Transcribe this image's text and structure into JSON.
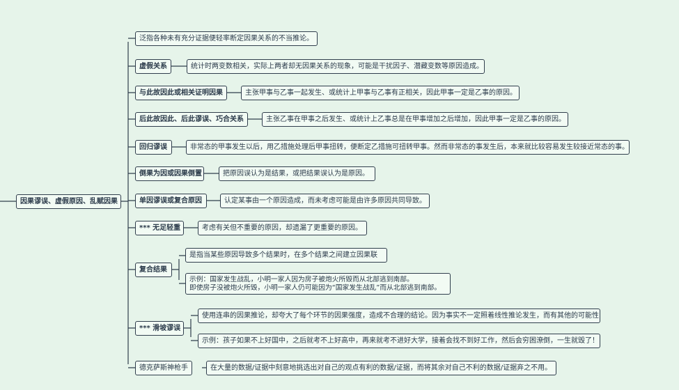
{
  "root": "因果谬误、虚假原因、乱赋因果",
  "branches": [
    {
      "label": "泛指各种未有充分证据便轻率断定因果关系的不当推论。"
    },
    {
      "label": "虚假关系",
      "details": [
        "统计时两变数相关，实际上两者却无因果关系的现象，可能是干扰因子、潜藏变数等原因造成。"
      ]
    },
    {
      "label": "与此故因此或相关证明因果",
      "details": [
        "主张甲事与乙事一起发生、或统计上甲事与乙事有正相关，因此甲事一定是乙事的原因。"
      ]
    },
    {
      "label": "后此故因此、后此谬误、巧合关系",
      "details": [
        "主张乙事在甲事之后发生、或统计上乙事总是在甲事增加之后增加，因此甲事一定是乙事的原因。"
      ]
    },
    {
      "label": "回归谬误",
      "details": [
        "非常态的甲事发生以后，用乙措施处理后甲事扭转，便断定乙措施可扭转甲事。然而非常态的事发生后，本来就比较容易发生较接近常态的事。"
      ]
    },
    {
      "label": "倒果为因或因果倒置",
      "details": [
        "把原因误认为是结果，或把结果误认为是原因。"
      ]
    },
    {
      "label": "单因谬误或复合原因",
      "details": [
        "认定某事由一个原因造成，而未考虑可能是由许多原因共同导致。"
      ]
    },
    {
      "label": "*** 无足轻重",
      "details": [
        "考虑有关但不重要的原因，却遗漏了更重要的原因。"
      ]
    },
    {
      "label": "复合结果",
      "details": [
        "是指当某些原因导致多个结果时，在多个结果之间建立因果联",
        "示例：国家发生战乱，小明一家人因为房子被炮火所毁而从北部逃到南部。\n即使房子没被炮火所毁，小明一家人仍可能因为“国家发生战乱”而从北部逃到南部。"
      ]
    },
    {
      "label": "*** 滑坡谬误",
      "details": [
        "使用连串的因果推论，却夸大了每个环节的因果强度，造成不合理的结论。因为事实不一定照着线性推论发生，而有其他的可能性",
        "示例：孩子如果不上好国中，之后就考不上好高中，再来就考不进好大学，接着会找不到好工作，然后会穷困潦倒，一生就毁了！"
      ]
    },
    {
      "label": "德克萨斯神枪手",
      "details": [
        "在大量的数据/证据中刻意地挑选出对自己的观点有利的数据/证据，而将其余对自己不利的数据/证据弃之不用。"
      ]
    }
  ]
}
